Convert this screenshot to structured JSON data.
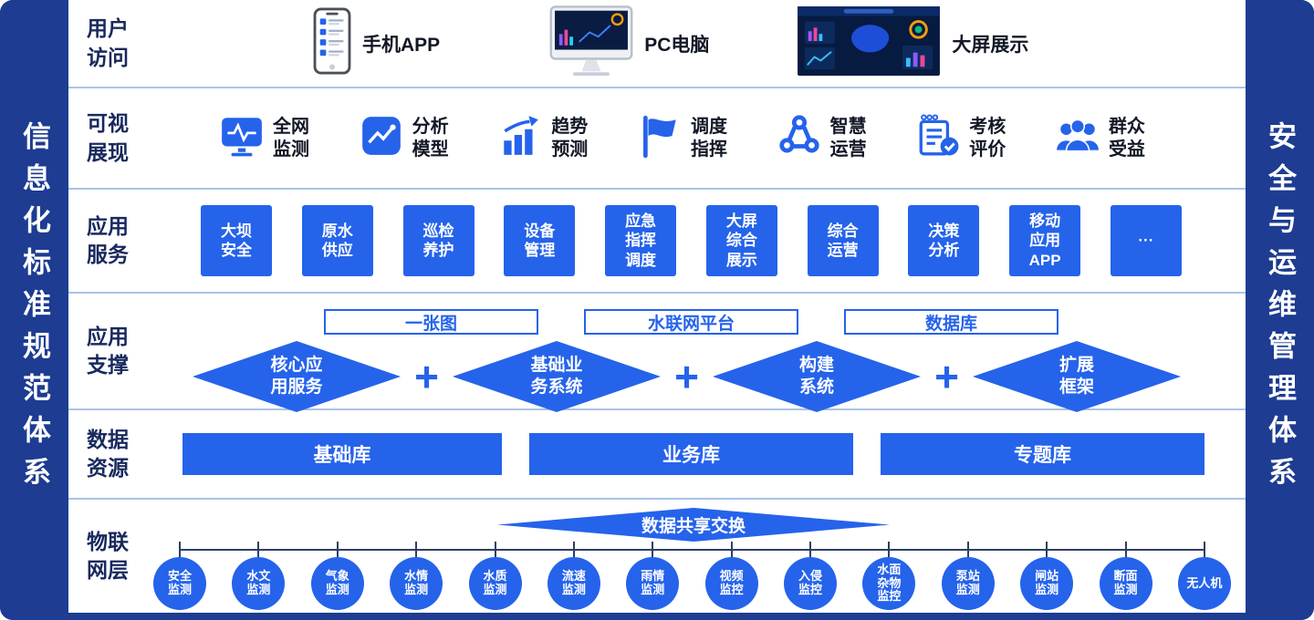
{
  "colors": {
    "accent": "#2563eb",
    "navy": "#1d3c92",
    "divider": "#a9c3ea"
  },
  "frame": {
    "left_banner": "信息化标准规范体系",
    "right_banner": "安全与运维管理体系"
  },
  "user_access": {
    "label": "用户\n访问",
    "items": [
      {
        "label": "手机APP",
        "icon": "smartphone-icon"
      },
      {
        "label": "PC电脑",
        "icon": "desktop-monitor-icon"
      },
      {
        "label": "大屏展示",
        "icon": "bigscreen-dashboard-icon"
      }
    ]
  },
  "visual": {
    "label": "可视\n展现",
    "items": [
      {
        "label": "全网\n监测",
        "icon": "monitor-pulse-icon"
      },
      {
        "label": "分析\n模型",
        "icon": "line-chart-icon"
      },
      {
        "label": "趋势\n预测",
        "icon": "trend-bars-icon"
      },
      {
        "label": "调度\n指挥",
        "icon": "flag-icon"
      },
      {
        "label": "智慧\n运营",
        "icon": "network-nodes-icon"
      },
      {
        "label": "考核\n评价",
        "icon": "clipboard-check-icon"
      },
      {
        "label": "群众\n受益",
        "icon": "people-group-icon"
      }
    ]
  },
  "app_services": {
    "label": "应用\n服务",
    "items": [
      "大坝\n安全",
      "原水\n供应",
      "巡检\n养护",
      "设备\n管理",
      "应急\n指挥\n调度",
      "大屏\n综合\n展示",
      "综合\n运营",
      "决策\n分析",
      "移动\n应用\nAPP",
      "···"
    ]
  },
  "app_support": {
    "label": "应用\n支撑",
    "boxes": [
      "一张图",
      "水联网平台",
      "数据库"
    ],
    "plus": "+",
    "diamonds": [
      "核心应\n用服务",
      "基础业\n务系统",
      "构建\n系统",
      "扩展\n框架"
    ]
  },
  "data_resources": {
    "label": "数据\n资源",
    "items": [
      "基础库",
      "业务库",
      "专题库"
    ]
  },
  "iot": {
    "label": "物联\n网层",
    "exchange": "数据共享交换",
    "items": [
      "安全\n监测",
      "水文\n监测",
      "气象\n监测",
      "水情\n监测",
      "水质\n监测",
      "流速\n监测",
      "雨情\n监测",
      "视频\n监控",
      "入侵\n监控",
      "水面\n杂物\n监控",
      "泵站\n监测",
      "闸站\n监测",
      "断面\n监测",
      "无人机"
    ]
  }
}
